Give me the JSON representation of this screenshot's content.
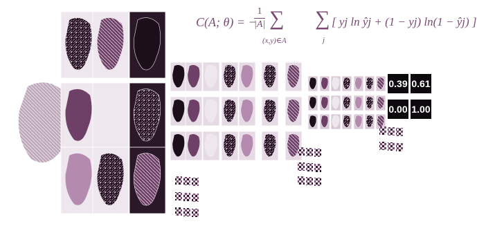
{
  "formula": {
    "lhs": "C(A; θ) = −",
    "frac_num": "1",
    "frac_den": "|A|",
    "sum_symbol": "∑",
    "sum_outer_sub": "(x,y)∈A",
    "sum_inner_sub": "j",
    "rhs": "[ yj ln ŷj + (1 − yj) ln(1 − ŷj) ]"
  },
  "outputs": [
    "0.39",
    "0.61",
    "0.00",
    "1.00"
  ],
  "colors": {
    "accent": "#7a4b72",
    "map_dark": "#1c0f1a",
    "map_mid": "#6e3f67",
    "map_light": "#efe7ee",
    "output_bg": "#0d0a0d"
  }
}
